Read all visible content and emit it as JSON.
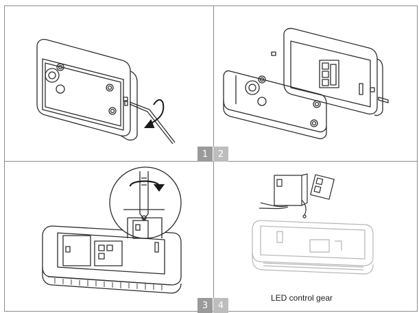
{
  "steps": [
    "1",
    "2",
    "3",
    "4"
  ],
  "caption": "LED control gear",
  "colors": {
    "line": "#2b2b2b",
    "grid": "#8a8a8a",
    "badge_dark": "#9a9a9a",
    "badge_light": "#bdbdbd",
    "faint": "#b5b5b5"
  },
  "icons": [
    "allen-key-icon",
    "screwdriver-icon",
    "rotate-arrow-icon"
  ]
}
